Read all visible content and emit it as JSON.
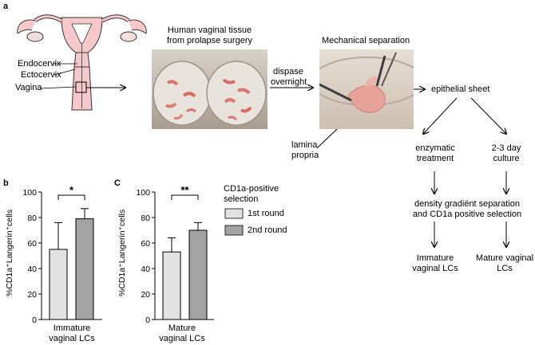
{
  "panel_labels": {
    "a": "a",
    "b": "b",
    "c": "C"
  },
  "anatomy": {
    "endocervix": "Endocervix",
    "ectocervix": "Ectocervix",
    "vagina": "Vagina"
  },
  "tissue_photo_caption": [
    "Human vaginal tissue",
    "from prolapse surgery"
  ],
  "dispase_label": [
    "dispase",
    "overnight"
  ],
  "separation_caption": "Mechanical separation",
  "lamina_propria": [
    "lamina",
    "propria"
  ],
  "epithelial_sheet": "epithelial sheet",
  "enzymatic": [
    "enzymatic",
    "treatment"
  ],
  "culture": [
    "2-3 day",
    "culture"
  ],
  "density": [
    "density gradiënt separation",
    "and CD1a positive selection"
  ],
  "immature_out": [
    "Immature",
    "vaginal LCs"
  ],
  "mature_out": [
    "Mature vaginal",
    "LCs"
  ],
  "legend": {
    "title": [
      "CD1a-positive",
      "selection"
    ],
    "items": [
      {
        "label": "1st round",
        "color": "#e2e2e2"
      },
      {
        "label": "2nd round",
        "color": "#a3a3a3"
      }
    ]
  },
  "chart_data": [
    {
      "type": "bar",
      "panel": "b",
      "ylabel": "%CD1a⁺Langerin⁺cells",
      "xlabel": [
        "Immature",
        "vaginal LCs"
      ],
      "ylim": [
        0,
        100
      ],
      "yticks": [
        0,
        20,
        40,
        60,
        80,
        100
      ],
      "series": [
        {
          "name": "1st round",
          "value": 55,
          "error": 21
        },
        {
          "name": "2nd round",
          "value": 79,
          "error": 8
        }
      ],
      "significance": "*"
    },
    {
      "type": "bar",
      "panel": "C",
      "ylabel": "%CD1a⁺Langerin⁺cells",
      "xlabel": [
        "Mature",
        "vaginal LCs"
      ],
      "ylim": [
        0,
        100
      ],
      "yticks": [
        0,
        20,
        40,
        60,
        80,
        100
      ],
      "series": [
        {
          "name": "1st round",
          "value": 53,
          "error": 11
        },
        {
          "name": "2nd round",
          "value": 70,
          "error": 6
        }
      ],
      "significance": "**"
    }
  ]
}
